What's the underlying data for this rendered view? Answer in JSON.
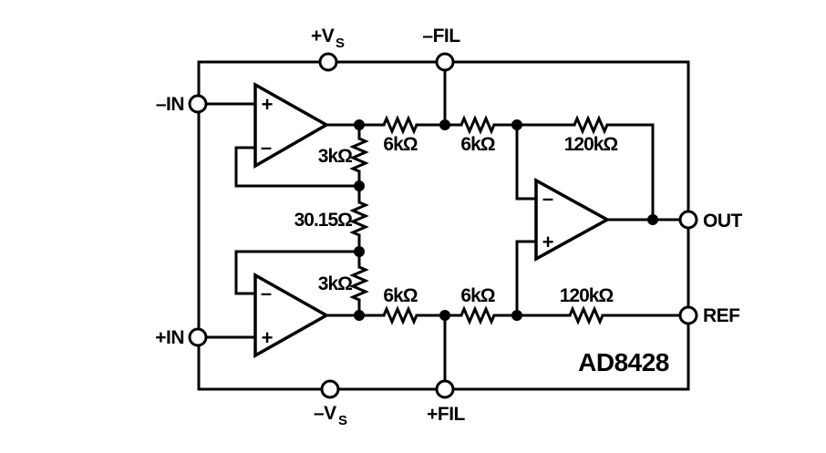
{
  "figure": {
    "part_number": "AD8428",
    "colors": {
      "line": "#000000",
      "background": "#ffffff"
    },
    "pins": {
      "neg_in": "–IN",
      "pos_in": "+IN",
      "pos_supply_main": "+V",
      "pos_supply_sub": "S",
      "neg_supply_main": "–V",
      "neg_supply_sub": "S",
      "neg_filter": "–FIL",
      "pos_filter": "+FIL",
      "output": "OUT",
      "reference": "REF"
    },
    "resistors": {
      "feedback_top": "3kΩ",
      "gain": "30.15Ω",
      "feedback_bottom": "3kΩ",
      "top_first": "6kΩ",
      "top_second": "6kΩ",
      "top_feedback": "120kΩ",
      "bottom_first": "6kΩ",
      "bottom_second": "6kΩ",
      "bottom_feedback": "120kΩ"
    },
    "amplifier_symbols": {
      "plus": "+",
      "minus": "–"
    }
  }
}
